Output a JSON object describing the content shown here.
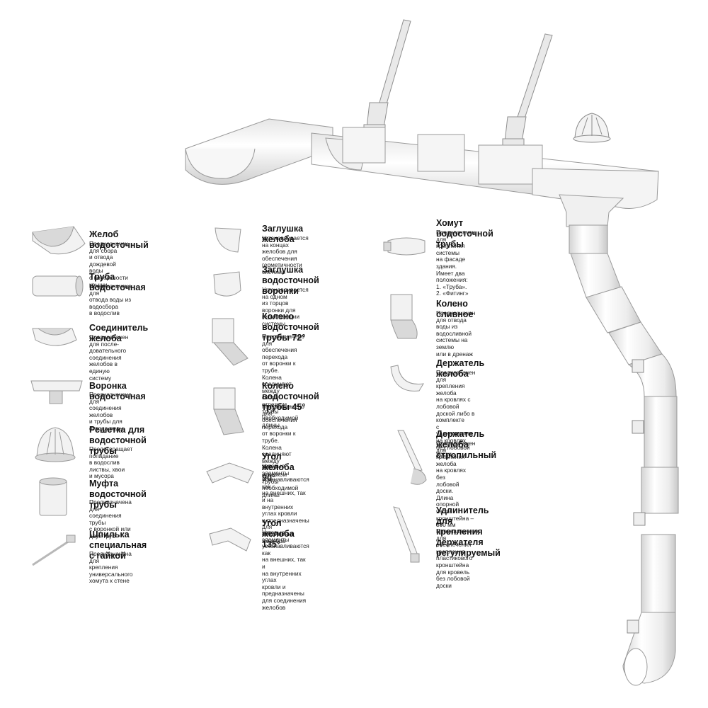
{
  "colors": {
    "part_fill": "#f2f2f2",
    "part_shade": "#d9d9d9",
    "part_stroke": "#9a9a9a",
    "metal": "#b8b8b8"
  },
  "items": [
    {
      "id": "gutter",
      "icon": "gutter-icon",
      "title": "Желоб водосточный",
      "desc": "Предназначен для сбора\nи отвода дождевой воды\nс поверхности крыши"
    },
    {
      "id": "pipe",
      "icon": "pipe-icon",
      "title": "Труба водосточная",
      "desc": "Предназначена для\nотвода воды из водосбора\nв водослив"
    },
    {
      "id": "gutter-connector",
      "icon": "gutter-connector-icon",
      "title": "Соединитель желоба",
      "desc": "Предназначен для после-\nдовательного соединения\nжелобов в единую систему"
    },
    {
      "id": "funnel",
      "icon": "funnel-icon",
      "title": "Воронка водосточная",
      "desc": "Предназначена для\nсоединения желобов\nи трубы для отвода воды"
    },
    {
      "id": "grate",
      "icon": "grate-icon",
      "title": "Решетка для\nводосточной трубы",
      "desc": "Предотвращает попадание\nв водослив листвы, хвои\nи мусора"
    },
    {
      "id": "coupling",
      "icon": "coupling-icon",
      "title": "Муфта водосточной\nтрубы",
      "desc": "Предназначена для\nсоединения трубы\nс воронкой или двух труб"
    },
    {
      "id": "stud",
      "icon": "stud-icon",
      "title": "Шпилька специальная\nс гайкой",
      "desc": "Предназначена для\nкрепления универсального\nхомута к стене"
    },
    {
      "id": "gutter-cap",
      "icon": "gutter-cap-icon",
      "title": "Заглушка желоба",
      "desc": "Устанавливается на концах\nжелобов для обеспечения\nгерметичности системы"
    },
    {
      "id": "funnel-cap",
      "icon": "funnel-cap-icon",
      "title": "Заглушка водосточной\nворонки",
      "desc": "Устанавливается на одном\nиз торцов воронки для\nгерметизации системы"
    },
    {
      "id": "elbow-72",
      "icon": "elbow-72-icon",
      "title": "Колено водосточной\nтрубы 72°",
      "desc": "Предназначено для\nобеспечения перехода\nот воронки к трубе.\nКолена соединяют между\nсобой отрезком трубы\nнеобходимой длины"
    },
    {
      "id": "elbow-45",
      "icon": "elbow-45-icon",
      "title": "Колено водосточной\nтрубы 45°",
      "desc": "Предназначено для\nобеспечения перехода\nот воронки к трубе.\nКолена соединяют между\nсобой отрезком трубы\nнеобходимой длины"
    },
    {
      "id": "corner-90",
      "icon": "corner-90-icon",
      "title": "Угол желоба 90°",
      "desc": "Угловые элементы\nустанавливаются как\nна внешних, так и на\nвнутренних углах кровли\nи предназначены для\nсоединения желобов"
    },
    {
      "id": "corner-135",
      "icon": "corner-135-icon",
      "title": "Угол желоба 135°",
      "desc": "Угловые элементы\nустанавливаются как\nна внешних, так и\nна внутренних углах\nкровли и предназначены\nдля соединения желобов"
    },
    {
      "id": "pipe-clamp",
      "icon": "pipe-clamp-icon",
      "title": "Хомут водосточной трубы",
      "desc": "Предназначен для\nкрепления системы\nна фасаде здания.\nИмеет два положения:\n1. «Труба».\n2. «Фитинг»"
    },
    {
      "id": "drain-elbow",
      "icon": "drain-elbow-icon",
      "title": "Колено сливное",
      "desc": "Предназначен для отвода\nводы из водосливной\nсистемы на землю\nили в дренаж"
    },
    {
      "id": "gutter-holder",
      "icon": "gutter-holder-icon",
      "title": "Держатель желоба",
      "desc": "Предназначен для\nкрепления желоба\nна кровлях с лобовой\nдоской либо в комплекте\nс удлинителем на кровлях\nбез лобовой доски"
    },
    {
      "id": "rafter-holder",
      "icon": "rafter-holder-icon",
      "title": "Держатель желоба стропильный",
      "desc": "Предназначен для\nкрепления желоба\nна кровлях без\nлобовой доски.\nДлина опорной\nчасти кронштейна –\n300 мм"
    },
    {
      "id": "extender",
      "icon": "extender-icon",
      "title": "Удлинитель для крепления\nдержателя регулируемый",
      "desc": "Предназначена для\nобеспечения крепления\nпластикового кронштейна\nдля кровель без лобовой\nдоски"
    }
  ]
}
